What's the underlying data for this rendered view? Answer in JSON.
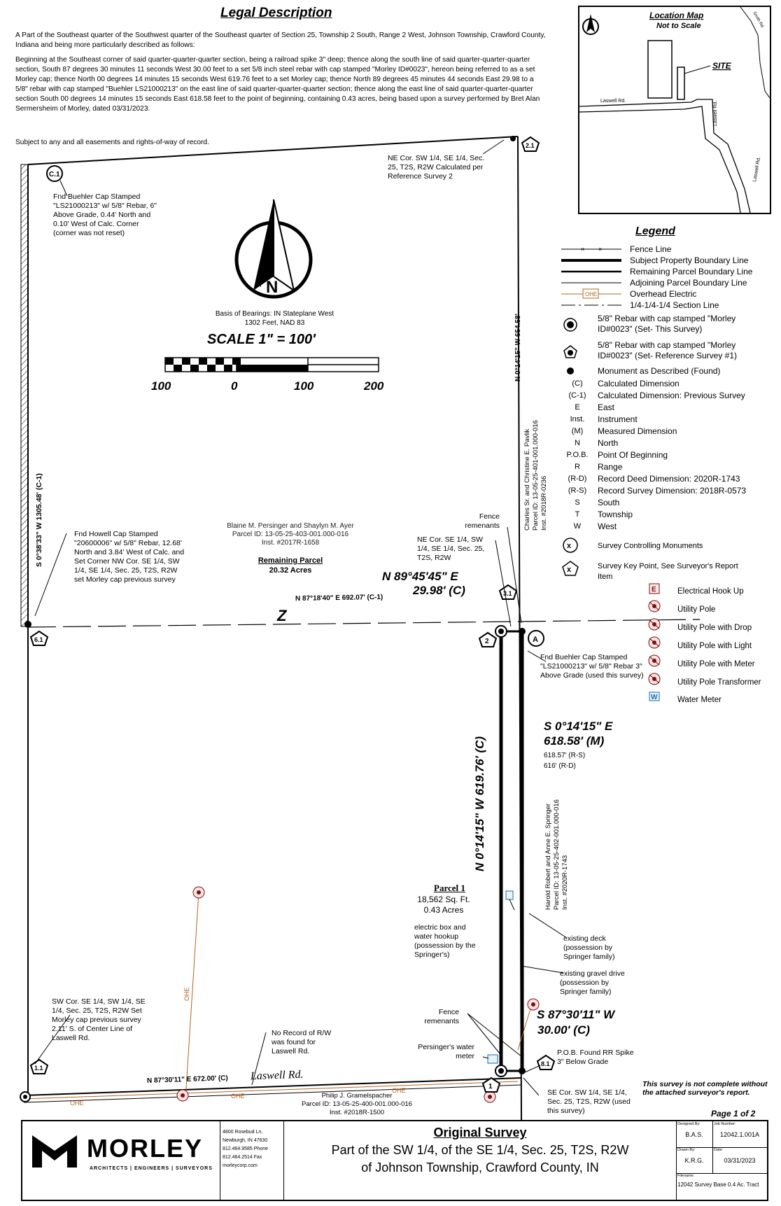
{
  "legal": {
    "title": "Legal Description",
    "para1": "A Part of the Southeast quarter of the Southwest quarter of the Southeast quarter of Section 25, Township 2 South, Range 2 West, Johnson Township, Crawford County, Indiana and being more particularly described as follows:",
    "para2": "Beginning at the Southeast corner of said quarter-quarter-quarter section, being a railroad spike 3\" deep; thence along the south line of said quarter-quarter-quarter section, South 87 degrees 30 minutes 11 seconds West 30.00 feet to a set 5/8 inch steel rebar with cap stamped \"Morley ID#0023\", hereon being referred to as a set Morley cap; thence North 00 degrees 14 minutes 15 seconds West 619.76 feet to a set Morley cap; thence North 89 degrees 45 minutes 44 seconds East  29.98 to a 5/8\" rebar with cap stamped \"Buehler LS21000213\" on the east line of said quarter-quarter-quarter section; thence along the east line of said quarter-quarter-quarter section South 00 degrees 14 minutes 15 seconds East 618.58 feet to the point of beginning, containing 0.43 acres, being based upon a survey performed by Bret Alan Sermersheim of Morley, dated 03/31/2023.",
    "para3": "Subject to any and all easements and rights-of-way of record."
  },
  "location_map": {
    "title": "Location Map",
    "subtitle": "Not to Scale",
    "site": "SITE",
    "roads": [
      "Laswell Rd.",
      "Laswell Rd.",
      "Laswell Rd.",
      "Smith Rd."
    ]
  },
  "legend": {
    "title": "Legend",
    "lines": [
      {
        "label": "Fence Line"
      },
      {
        "label": "Subject Property Boundary Line"
      },
      {
        "label": "Remaining Parcel Boundary Line"
      },
      {
        "label": "Adjoining Parcel Boundary Line"
      },
      {
        "label": "Overhead Electric",
        "tag": "OHE"
      },
      {
        "label": "1/4-1/4-1/4 Section Line"
      }
    ],
    "symbols": [
      "5/8\" Rebar with cap stamped \"Morley ID#0023\" (Set- This Survey)",
      "5/8\" Rebar with cap stamped \"Morley ID#0023\" (Set- Reference Survey #1)",
      "Monument as Described (Found)"
    ],
    "abbrevs": [
      {
        "k": "(C)",
        "v": "Calculated Dimension"
      },
      {
        "k": "(C-1)",
        "v": "Calculated Dimension: Previous Survey"
      },
      {
        "k": "E",
        "v": "East"
      },
      {
        "k": "Inst.",
        "v": "Instrument"
      },
      {
        "k": "(M)",
        "v": "Measured Dimension"
      },
      {
        "k": "N",
        "v": "North"
      },
      {
        "k": "P.O.B.",
        "v": "Point Of Beginning"
      },
      {
        "k": "R",
        "v": "Range"
      },
      {
        "k": "(R-D)",
        "v": "Record Deed Dimension: 2020R-1743"
      },
      {
        "k": "(R-S)",
        "v": "Record Survey Dimension: 2018R-0573"
      },
      {
        "k": "S",
        "v": "South"
      },
      {
        "k": "T",
        "v": "Township"
      },
      {
        "k": "W",
        "v": "West"
      }
    ],
    "control": "Survey Controlling Monuments",
    "keypoint": "Survey Key Point, See Surveyor's Report Item",
    "utilities": [
      {
        "tag": "E",
        "label": "Electrical Hook Up"
      },
      {
        "label": "Utility Pole"
      },
      {
        "label": "Utility Pole with Drop"
      },
      {
        "label": "Utility Pole with Light"
      },
      {
        "label": "Utility Pole with Meter"
      },
      {
        "label": "Utility Pole Transformer"
      },
      {
        "tag": "W",
        "label": "Water Meter"
      }
    ]
  },
  "plat": {
    "north_letter": "N",
    "basis": "Basis of Bearings: IN Stateplane West 1302 Feet, NAD 83",
    "scale": "SCALE 1\" = 100'",
    "scale_ticks": [
      "100",
      "0",
      "100",
      "200"
    ],
    "notes": {
      "c1_note": "Fnd Buehler Cap Stamped \"LS21000213\" w/ 5/8\" Rebar, 6\" Above Grade, 0.44' North and 0.10' West of Calc. Corner (corner was not reset)",
      "ne_cor": "NE Cor. SW 1/4, SE 1/4, Sec. 25, T2S, R2W Calculated per Reference Survey 2",
      "howell": "Fnd Howell Cap Stamped \"20600006\" w/ 5/8\" Rebar, 12.68' North and 3.84' West of Calc. and Set Corner NW Cor. SE 1/4, SW 1/4, SE 1/4, Sec. 25, T2S, R2W set Morley cap previous survey",
      "fence_top": "Fence remenants",
      "ne_cor2": "NE Cor. SE 1/4, SW 1/4, SE 1/4, Sec. 25, T2S, R2W",
      "buehler_a": "Fnd Buehler Cap Stamped \"LS21000213\" w/ 5/8\" Rebar 3\" Above Grade (used this survey)",
      "parcel1_title": "Parcel 1",
      "parcel1_area": "18,562 Sq. Ft. 0.43 Acres",
      "elec_box": "electric box and water hookup (possession by the Springer's)",
      "deck": "existing deck (possession by Springer family)",
      "gravel": "existing gravel drive (possession by Springer family)",
      "sw_cor": "SW Cor. SE 1/4, SW 1/4, SE 1/4, Sec. 25, T2S, R2W Set Morley cap previous survey 2.11' S. of Center Line of Laswell Rd.",
      "no_rw": "No Record of R/W was found for Laswell Rd.",
      "fence_bot": "Fence remenants",
      "water_meter": "Persinger's water meter",
      "pob": "P.O.B. Found RR Spike 3\" Below Grade",
      "se_cor": "SE Cor. SW 1/4,  SE 1/4, Sec. 25, T2S, R2W (used this survey)",
      "not_complete": "This survey is not complete without the attached surveyor's report."
    },
    "owners": {
      "persinger": "Blaine M. Persinger and Shaylyn M. Ayer",
      "persinger_id": "Parcel ID: 13-05-25-403-001.000-016",
      "persinger_inst": "Inst. #2017R-1658",
      "remaining": "Remaining Parcel",
      "remaining_area": "20.32 Acres",
      "pavlik": "Charles Sr. and Christine E. Pavlik",
      "pavlik_id": "Parcel ID: 13-05-25-401-001.000-016",
      "pavlik_inst": "Inst. #2018R-0236",
      "springer": "Harold Robert and Anne E. Springer",
      "springer_id": "Parcel ID: 13-05-25-402-001.000-016",
      "springer_inst": "Inst. #2020R-1743",
      "gramelspacher": "Philip J. Gramelspacher",
      "gramelspacher_id": "Parcel ID: 13-05-25-400-001.000-016",
      "gramelspacher_inst": "Inst. #2018R-1500"
    },
    "bearings": {
      "west_line": "S 0°38'33\" W 1305.48' (C-1)",
      "east_line": "N 0°14'15\" W 654.58'",
      "north_line": "N 87°18'40\" E 692.07' (C-1)",
      "top_call": "N 89°45'45\" E",
      "top_dist": "29.98' (C)",
      "west_parcel": "N 0°14'15\" W 619.76' (C)",
      "east_call": "S 0°14'15\" E",
      "east_dist": "618.58' (M)",
      "east_rs": "618.57' (R-S)",
      "east_rd": "616' (R-D)",
      "south_call": "S 87°30'11\" W",
      "south_dist": "30.00' (C)",
      "south_line": "N 87°30'11\" E 672.00' (C)",
      "road": "Laswell Rd.",
      "ohe": "OHE"
    },
    "key_points": [
      "C.1",
      "2.1",
      "3.1",
      "6.1",
      "1.1",
      "8.1",
      "A",
      "1",
      "2",
      "Z"
    ],
    "page": "Page 1 of 2"
  },
  "title_block": {
    "company": "MORLEY",
    "tagline": "ARCHITECTS | ENGINEERS | SURVEYORS",
    "address": [
      "4800 Rosebud Ln.",
      "Newburgh, IN 47630",
      "812.464.9585 Phone",
      "812.464.2514 Fax",
      "morleycorp.com"
    ],
    "title": "Original Survey",
    "desc1": "Part of the SW 1/4, of the SE 1/4, Sec. 25, T2S, R2W",
    "desc2": "of Johnson Township, Crawford County, IN",
    "designed_by_label": "Designed By:",
    "designed_by": "B.A.S.",
    "job_label": "Job Number:",
    "job": "12042.1.001A",
    "drawn_by_label": "Drawn By:",
    "drawn_by": "K.R.G.",
    "date_label": "Date:",
    "date": "03/31/2023",
    "filename_label": "Filename:",
    "filename": "12042 Survey Base 0.4 Ac. Tract"
  }
}
